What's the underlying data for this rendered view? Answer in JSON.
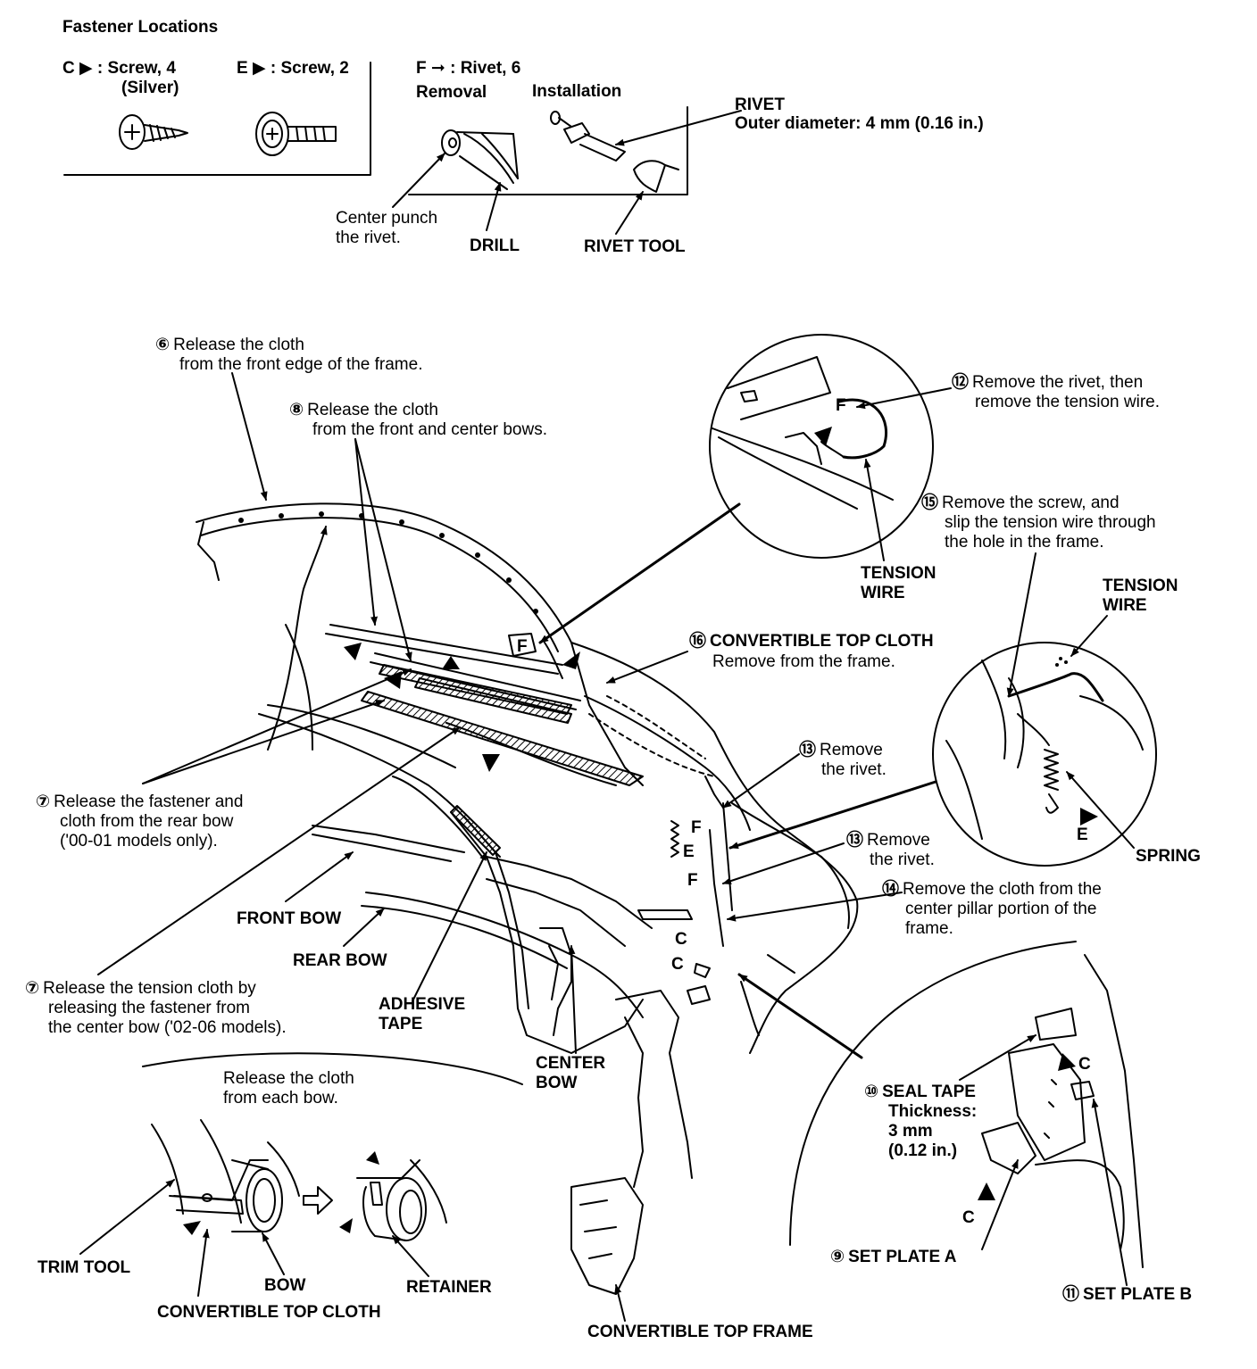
{
  "legend": {
    "title": "Fastener Locations",
    "c_screw": "C ▶ : Screw, 4",
    "c_screw_note": "(Silver)",
    "e_screw": "E ▶ : Screw, 2",
    "f_rivet": "F ➞ : Rivet, 6",
    "removal": "Removal",
    "installation": "Installation",
    "rivet": "RIVET",
    "rivet_diameter": "Outer diameter: 4 mm (0.16 in.)",
    "center_punch_1": "Center punch",
    "center_punch_2": "the rivet.",
    "drill": "DRILL",
    "rivet_tool": "RIVET TOOL"
  },
  "steps": {
    "s6_num": "⑥",
    "s6_1": "Release the cloth",
    "s6_2": "from the front edge of the frame.",
    "s8_num": "⑧",
    "s8_1": "Release the cloth",
    "s8_2": "from the front and center bows.",
    "s12_num": "⑫",
    "s12_1": "Remove the rivet, then",
    "s12_2": "remove the tension wire.",
    "s15_num": "⑮",
    "s15_1": "Remove the screw, and",
    "s15_2": "slip the tension wire through",
    "s15_3": "the hole in the frame.",
    "s16_num": "⑯",
    "s16_1": "CONVERTIBLE TOP CLOTH",
    "s16_2": "Remove from the frame.",
    "s7a_num": "⑦",
    "s7a_1": "Release the fastener and",
    "s7a_2": "cloth from the rear bow",
    "s7a_3": "('00-01 models only).",
    "s13a_num": "⑬",
    "s13a_1": "Remove",
    "s13a_2": "the rivet.",
    "s13b_num": "⑬",
    "s13b_1": "Remove",
    "s13b_2": "the rivet.",
    "s14_num": "⑭",
    "s14_1": "Remove the cloth from the",
    "s14_2": "center pillar portion of the",
    "s14_3": "frame.",
    "s7b_num": "⑦",
    "s7b_1": "Release the tension cloth by",
    "s7b_2": "releasing the fastener from",
    "s7b_3": "the center bow ('02-06 models).",
    "s10_num": "⑩",
    "s10_1": "SEAL TAPE",
    "s10_2": "Thickness:",
    "s10_3": "3 mm",
    "s10_4": "(0.12 in.)",
    "s9_num": "⑨",
    "s9_1": "SET PLATE A",
    "s11_num": "⑪",
    "s11_1": "SET PLATE B"
  },
  "labels": {
    "tension_wire_1": "TENSION",
    "tension_wire_2": "WIRE",
    "tension_wire_b1": "TENSION",
    "tension_wire_b2": "WIRE",
    "spring": "SPRING",
    "front_bow": "FRONT BOW",
    "rear_bow": "REAR BOW",
    "adhesive_1": "ADHESIVE",
    "adhesive_2": "TAPE",
    "center_bow_1": "CENTER",
    "center_bow_2": "BOW",
    "top_frame": "CONVERTIBLE TOP FRAME",
    "release_bow_1": "Release the cloth",
    "release_bow_2": "from each bow.",
    "trim_tool": "TRIM TOOL",
    "bow": "BOW",
    "retainer": "RETAINER",
    "top_cloth": "CONVERTIBLE TOP CLOTH",
    "f1": "F",
    "f2": "F",
    "f3": "F",
    "f4": "F",
    "e1": "E",
    "e2": "E",
    "c1": "C",
    "c2": "C",
    "c3": "C",
    "c4": "C"
  }
}
